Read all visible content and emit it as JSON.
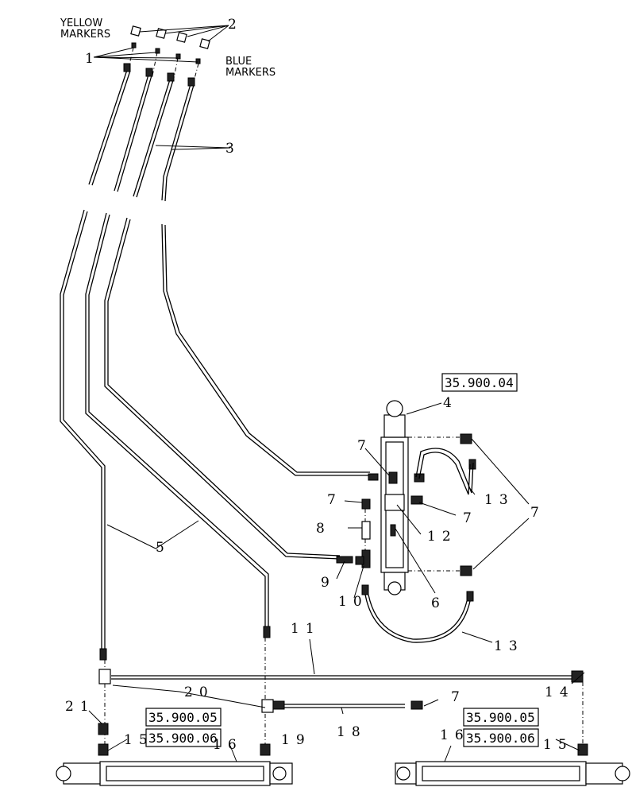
{
  "diagram": {
    "markers": {
      "yellow": "YELLOW\nMARKERS",
      "yellow_line1": "YELLOW",
      "yellow_line2": "MARKERS",
      "blue_line1": "BLUE",
      "blue_line2": "MARKERS"
    },
    "callouts": {
      "c1": "1",
      "c2": "2",
      "c3": "3",
      "c4": "4",
      "c5": "5",
      "c6": "6",
      "c7a": "7",
      "c7b": "7",
      "c7c": "7",
      "c7d": "7",
      "c7e": "7",
      "c8": "8",
      "c9": "9",
      "c10": "10",
      "c11": "11",
      "c12": "12",
      "c13a": "13",
      "c13b": "13",
      "c14": "14",
      "c15a": "15",
      "c15b": "15",
      "c16a": "16",
      "c16b": "16",
      "c18": "18",
      "c19": "19",
      "c20": "20",
      "c21": "21"
    },
    "references": {
      "r1": "35.900.04",
      "r2": "35.900.05",
      "r3": "35.900.06",
      "r4": "35.900.05",
      "r5": "35.900.06"
    }
  }
}
